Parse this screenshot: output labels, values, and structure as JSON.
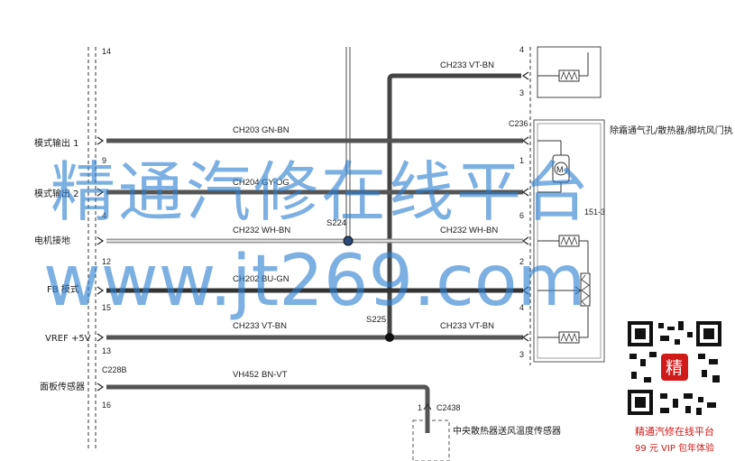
{
  "left_labels": [
    "模式输出 1",
    "模式输出 2",
    "电机接地",
    "FB 模式",
    "VREF +5V",
    "面板传感器"
  ],
  "left_pins": [
    "14",
    "9",
    "4",
    "12",
    "15",
    "13",
    "16"
  ],
  "left_connector": "C228B",
  "wires": [
    {
      "circuit": "CH203",
      "color": "GN-BN"
    },
    {
      "circuit": "CH204",
      "color": "GY-OG"
    },
    {
      "circuit": "CH232",
      "color": "WH-BN"
    },
    {
      "circuit": "CH202",
      "color": "BU-GN"
    },
    {
      "circuit": "CH233",
      "color": "VT-BN"
    },
    {
      "circuit": "VH452",
      "color": "BN-VT"
    }
  ],
  "right_wires": [
    {
      "circuit": "CH233",
      "color": "VT-BN"
    },
    {
      "circuit": "CH232",
      "color": "WH-BN"
    },
    {
      "circuit": "CH233",
      "color": "VT-BN"
    }
  ],
  "splices": [
    "S224",
    "S225"
  ],
  "right_connector": "C236",
  "right_pins": [
    "4",
    "3",
    "1",
    "6",
    "2",
    "4",
    "3"
  ],
  "component_title": "除霜通气孔/散热器/脚坑风门执",
  "component_code": "151-3",
  "motor_symbol": "M",
  "sensor_connector": "C2438",
  "sensor_pin": "1",
  "sensor_title": "中央散热器送风温度传感器",
  "watermark": {
    "line1": "精通汽修在线平台",
    "line2": "www.jt269.com"
  },
  "qr": {
    "badge": "精",
    "caption1": "精通汽修在线平台",
    "caption2": "99 元 VIP 包年体验"
  }
}
